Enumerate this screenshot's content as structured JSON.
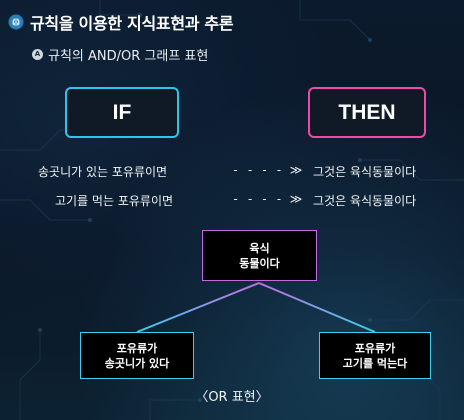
{
  "title": "규칙을 이용한 지식표현과 추론",
  "subtitle": "규칙의 AND/OR 그래프 표현",
  "if_label": "IF",
  "then_label": "THEN",
  "rules": [
    {
      "condition": "송곳니가 있는 포유류이면",
      "arrow": "- - - - ≫",
      "consequence": "그것은 육식동물이다"
    },
    {
      "condition": "고기를 먹는 포유류이면",
      "arrow": "- - - - ≫",
      "consequence": "그것은 육식동물이다"
    }
  ],
  "graph": {
    "top_node": {
      "line1": "육식",
      "line2": "동물이다"
    },
    "left_node": {
      "line1": "포유류가",
      "line2": "송곳니가 있다"
    },
    "right_node": {
      "line1": "포유류가",
      "line2": "고기를 먹는다"
    }
  },
  "caption": "〈OR 표현〉",
  "colors": {
    "background": "#0a1626",
    "if_border": "#2ec6e8",
    "then_border": "#f04aa8",
    "node_top_border": "#c46ae0",
    "node_child_border": "#39d0ee"
  },
  "icons": {
    "title": "brain-icon",
    "subtitle": "bullet-icon"
  }
}
